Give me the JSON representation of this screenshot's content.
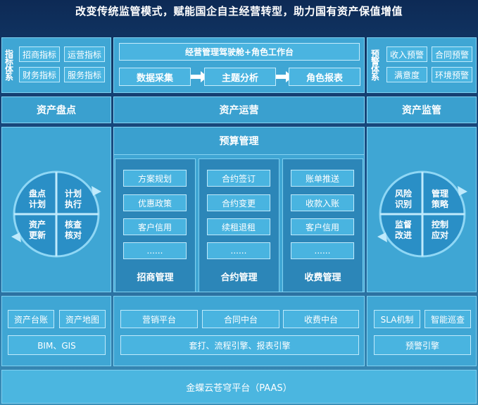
{
  "title": "改变传统监管模式，赋能国企自主经营转型，助力国有资产保值增值",
  "indicators": {
    "label": "指标体系",
    "items": [
      "招商指标",
      "运营指标",
      "财务指标",
      "服务指标"
    ]
  },
  "cockpit": {
    "title": "经营管理驾驶舱+角色工作台",
    "flow": [
      "数据采集",
      "主题分析",
      "角色报表"
    ]
  },
  "alerts": {
    "label": "预警体系",
    "items": [
      "收入预警",
      "合同预警",
      "满意度",
      "环境预警"
    ]
  },
  "sections": {
    "inventory": "资产盘点",
    "operation": "资产运营",
    "supervision": "资产监管",
    "budget": "预算管理"
  },
  "left_cycle": [
    "盘点\n计划",
    "计划\n执行",
    "资产\n更新",
    "核查\n核对"
  ],
  "right_cycle": [
    "风险\n识别",
    "管理\n策略",
    "监督\n改进",
    "控制\n应对"
  ],
  "columns": [
    {
      "title": "招商管理",
      "items": [
        "方案规划",
        "优惠政策",
        "客户信用",
        "......"
      ]
    },
    {
      "title": "合约管理",
      "items": [
        "合约签订",
        "合约变更",
        "续租退租",
        "......"
      ]
    },
    {
      "title": "收费管理",
      "items": [
        "账单推送",
        "收款入账",
        "客户信用",
        "......"
      ]
    }
  ],
  "bottom_left": {
    "row1": [
      "资产台账",
      "资产地图"
    ],
    "row2": "BIM、GIS"
  },
  "bottom_mid": {
    "row1": [
      "营销平台",
      "合同中台",
      "收费中台"
    ],
    "row2": "套打、流程引擎、报表引擎"
  },
  "bottom_right": {
    "row1": [
      "SLA机制",
      "智能巡查"
    ],
    "row2": "预警引擎"
  },
  "platform": "金蝶云苍穹平台（PAAS）",
  "colors": {
    "panel": "#3fa6d4",
    "chip": "#49b4e0",
    "cycle": "#2a8fc6",
    "background": "#0d2a55"
  }
}
